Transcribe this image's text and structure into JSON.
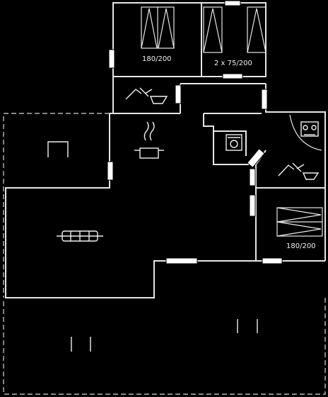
{
  "rooms": {
    "bedroom_1": {
      "bed_label": "180/200"
    },
    "bedroom_2": {
      "bed_label": "2 x 75/200"
    },
    "bedroom_3": {
      "bed_label": "180/200"
    }
  },
  "icons": [
    "bed-double-icon",
    "bed-twin-icon",
    "shower-icon",
    "stove-icon",
    "washing-machine-icon",
    "toilet-bidet-icon",
    "sofa-icon",
    "table-icon",
    "chair-icon"
  ]
}
